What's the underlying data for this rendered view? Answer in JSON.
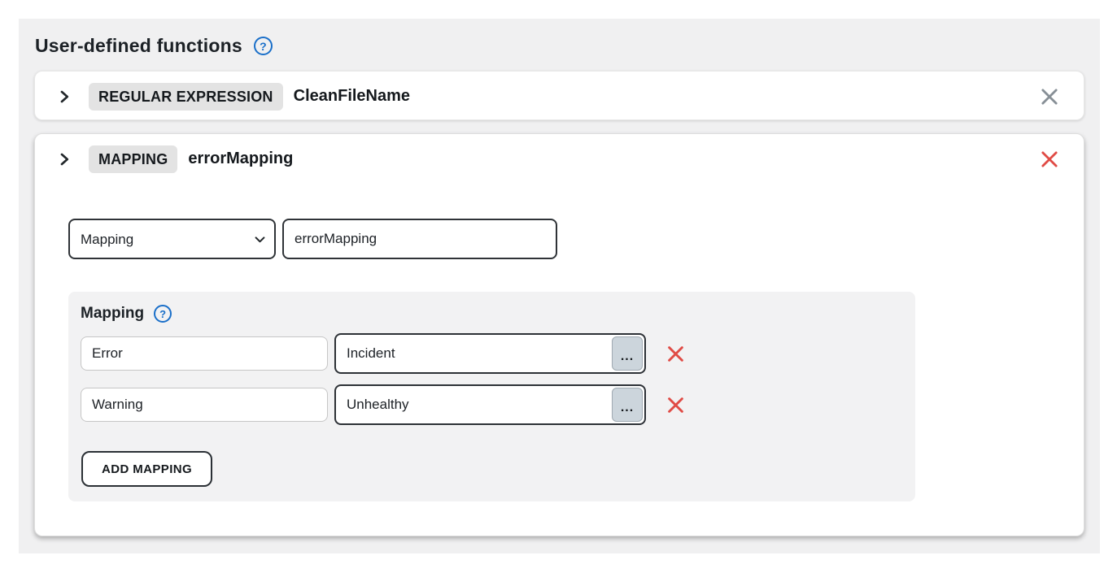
{
  "page": {
    "title": "User-defined functions"
  },
  "icons": {
    "help_glyph": "?",
    "ellipsis_glyph": "..."
  },
  "colors": {
    "accent_blue": "#1a6fc9",
    "danger_red": "#e04b45",
    "muted_close_gray": "#878f96",
    "badge_bg": "#e3e3e3",
    "panel_bg": "#f0f0f1",
    "mapping_panel_bg": "#f2f2f3"
  },
  "functions": [
    {
      "type_badge": "REGULAR EXPRESSION",
      "name": "CleanFileName",
      "expanded": false
    },
    {
      "type_badge": "MAPPING",
      "name": "errorMapping",
      "expanded": true,
      "editor": {
        "type_select": {
          "value": "Mapping"
        },
        "name_input": {
          "value": "errorMapping"
        },
        "mapping": {
          "label": "Mapping",
          "rows": [
            {
              "key": "Error",
              "value": "Incident"
            },
            {
              "key": "Warning",
              "value": "Unhealthy"
            }
          ],
          "add_button": "ADD MAPPING"
        }
      }
    }
  ]
}
